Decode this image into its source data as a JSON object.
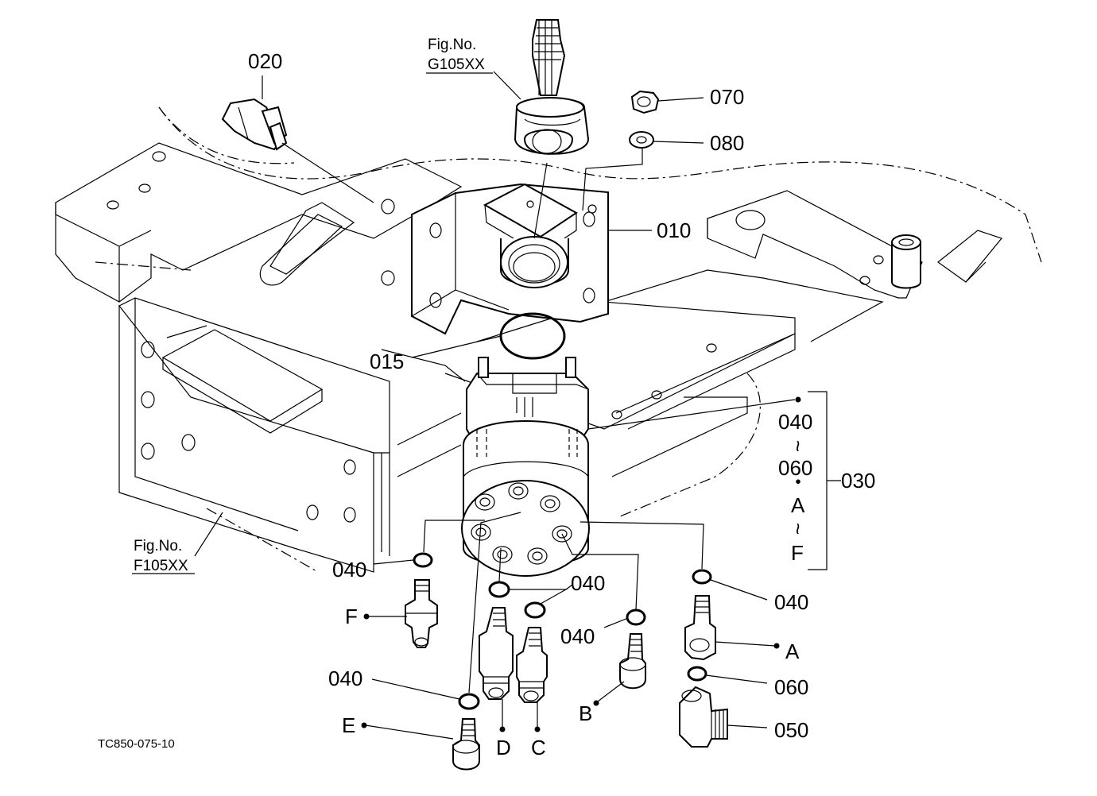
{
  "figure_refs": {
    "top": {
      "line1": "Fig.No.",
      "line2": "G105XX"
    },
    "bottom": {
      "line1": "Fig.No.",
      "line2": "F105XX"
    }
  },
  "callouts": {
    "p020": "020",
    "p070": "070",
    "p080": "080",
    "p010": "010",
    "p015": "015",
    "p030": "030",
    "range_top": "040",
    "range_tilde1": "~",
    "range_mid": "060",
    "range_dot": "・",
    "range_a": "A",
    "range_tilde2": "~",
    "range_f": "F",
    "o040_left": "040",
    "o040_center": "040",
    "o040_mid": "040",
    "o040_right": "040",
    "o040_bottom": "040",
    "p060": "060",
    "p050": "050",
    "port_a": "A",
    "port_b": "B",
    "port_c": "C",
    "port_d": "D",
    "port_e": "E",
    "port_f": "F"
  },
  "drawing_code": "TC850-075-10"
}
